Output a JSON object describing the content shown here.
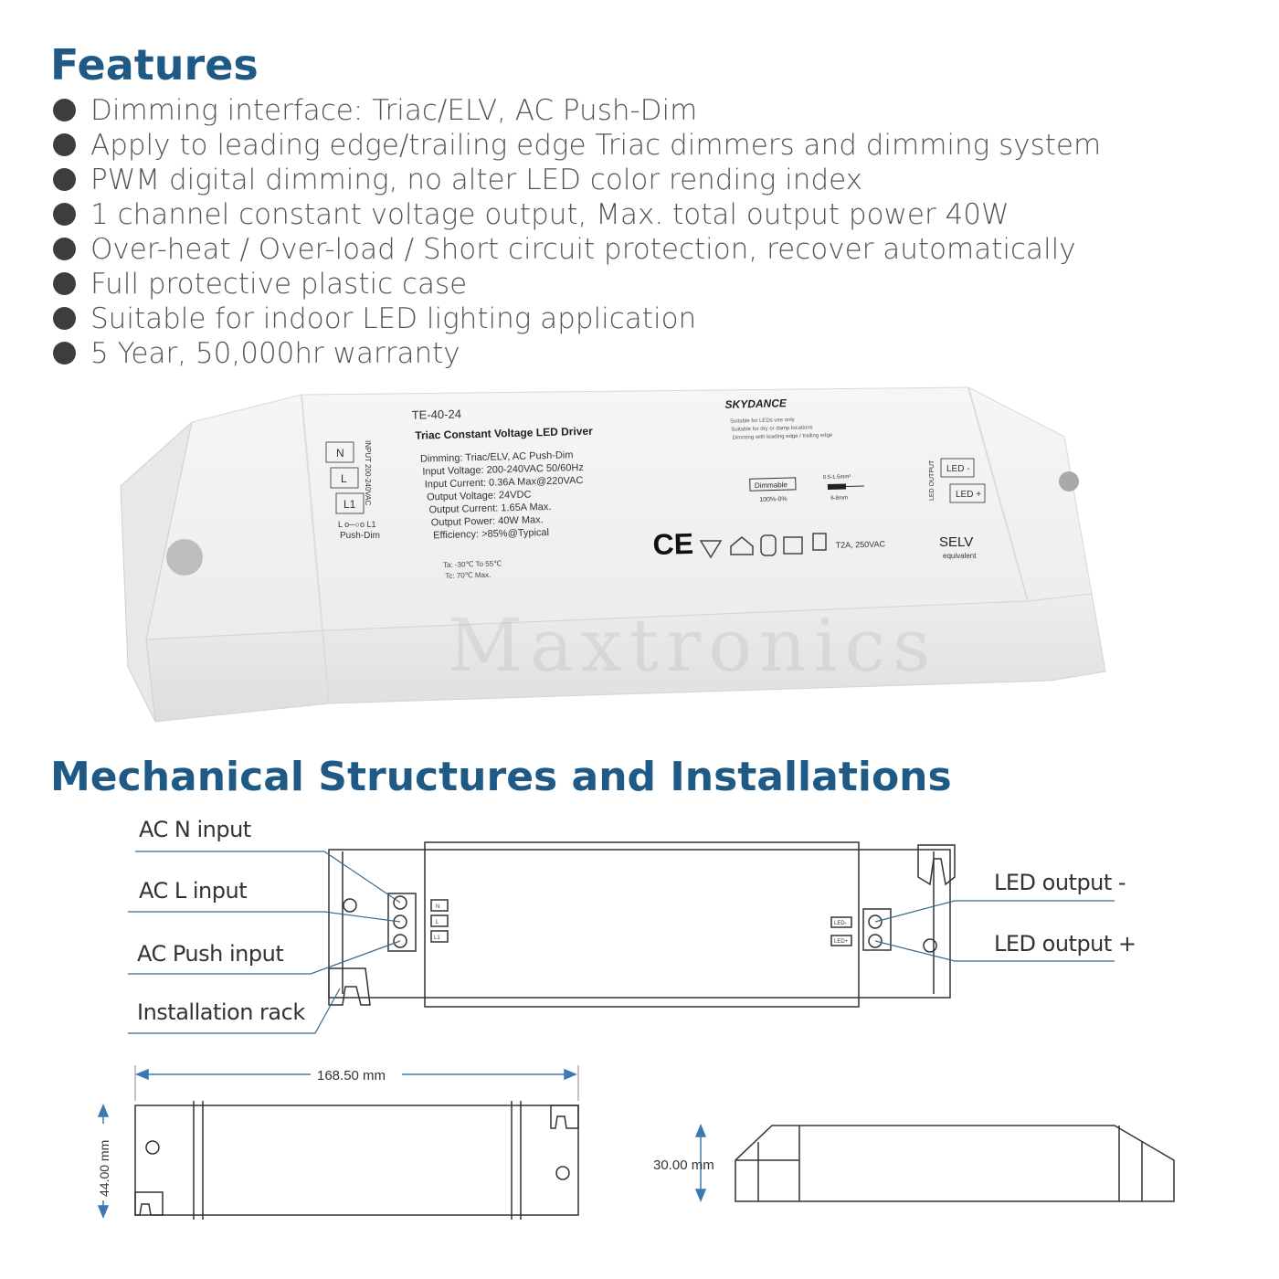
{
  "features": {
    "title": "Features",
    "items": [
      "Dimming interface: Triac/ELV, AC Push-Dim",
      "Apply to leading edge/trailing edge Triac dimmers and dimming system",
      "PWM digital dimming, no alter LED color rending index",
      "1 channel constant voltage output, Max. total output power 40W",
      "Over-heat / Over-load / Short circuit protection, recover automatically",
      "Full protective plastic case",
      "Suitable for indoor LED lighting application",
      "5 Year, 50,000hr warranty"
    ]
  },
  "product": {
    "model": "TE-40-24",
    "brand": "SKYDANCE",
    "name": "Triac Constant Voltage LED Driver",
    "specs": [
      "Dimming: Triac/ELV, AC Push-Dim",
      "Input Voltage: 200-240VAC  50/60Hz",
      "Input Current: 0.36A Max@220VAC",
      "Output Voltage: 24VDC",
      "Output Current: 1.65A Max.",
      "Output Power: 40W Max.",
      "Efficiency: >85%@Typical"
    ],
    "temps": [
      "Ta: -30℃ To 55℃",
      "Tc: 70℃ Max."
    ],
    "notes": [
      "Suitable for LEDs use only",
      "Suitable for dry or damp locations",
      "Dimming with leading edge / trailing edge"
    ],
    "input_terminals": [
      "N",
      "L",
      "L1"
    ],
    "input_label": "INPUT 200-240VAC",
    "push_dim_label": "Push-Dim",
    "push_dim_wiring": "L o─○o L1",
    "output_terminals": [
      "LED -",
      "LED +"
    ],
    "output_label": "LED OUTPUT",
    "dimmable": "Dimmable",
    "dim_range": "100%-0%",
    "wire_spec": "0.5-1.5mm²",
    "strip_len": "6-8mm",
    "fuse": "T2A, 250VAC",
    "ce": "CE",
    "selv": "SELV",
    "selv_sub": "equivalent",
    "watermark": "Maxtronics"
  },
  "mechanical": {
    "title": "Mechanical Structures and Installations",
    "callouts": {
      "ac_n": "AC N input",
      "ac_l": "AC L input",
      "ac_push": "AC Push input",
      "rack": "Installation rack",
      "led_minus": "LED output -",
      "led_plus": "LED output +"
    },
    "dimensions": {
      "length": "168.50 mm",
      "width": "44.00 mm",
      "height": "30.00 mm"
    }
  }
}
